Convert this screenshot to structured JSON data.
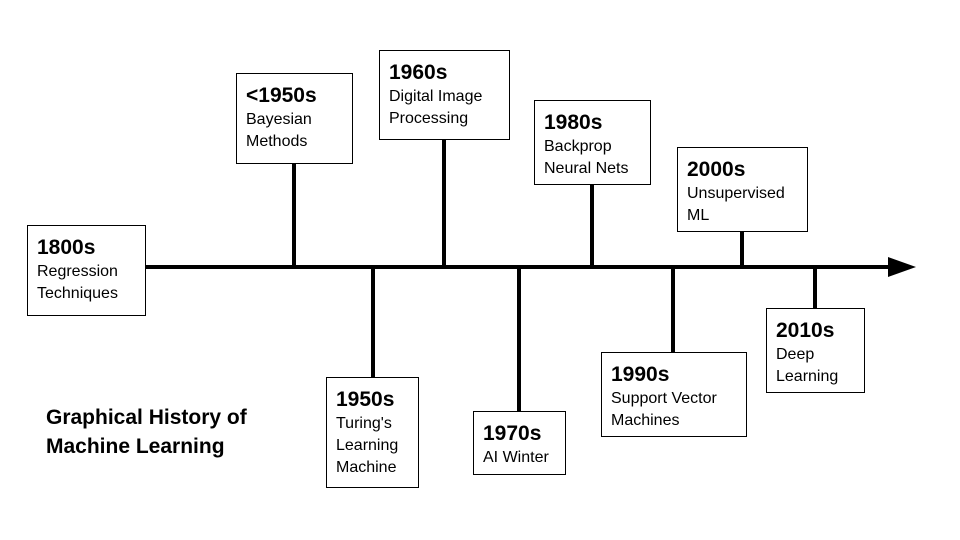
{
  "title": "Graphical History of\nMachine Learning",
  "events": [
    {
      "year": "1800s",
      "description": "Regression\nTechniques"
    },
    {
      "year": "<1950s",
      "description": "Bayesian\nMethods"
    },
    {
      "year": "1950s",
      "description": "Turing's\nLearning\nMachine"
    },
    {
      "year": "1960s",
      "description": "Digital Image\nProcessing"
    },
    {
      "year": "1970s",
      "description": "AI Winter"
    },
    {
      "year": "1980s",
      "description": "Backprop\nNeural Nets"
    },
    {
      "year": "1990s",
      "description": "Support Vector\nMachines"
    },
    {
      "year": "2000s",
      "description": "Unsupervised\nML"
    },
    {
      "year": "2010s",
      "description": "Deep\nLearning"
    }
  ]
}
